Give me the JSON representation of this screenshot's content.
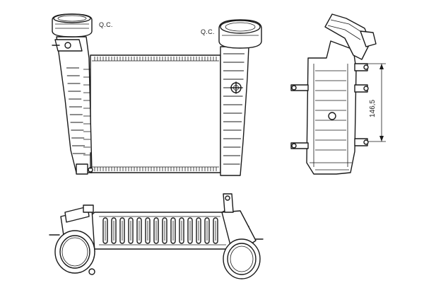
{
  "labels": {
    "qc_left": "Q.C.",
    "qc_right": "Q.C."
  },
  "dimension": {
    "value": "146,5"
  }
}
